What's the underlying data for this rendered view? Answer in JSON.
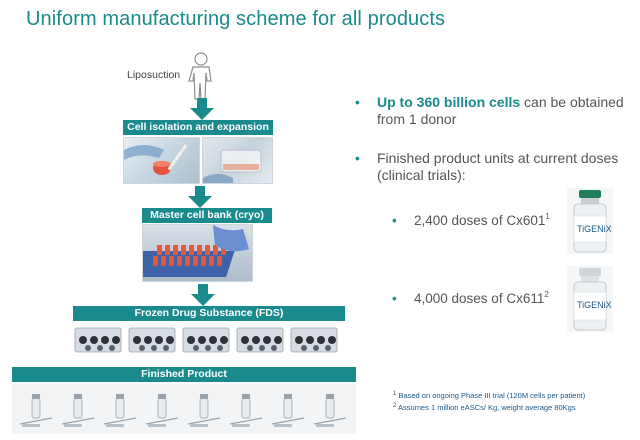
{
  "title": "Uniform manufacturing scheme for all products",
  "flow": {
    "source_label": "Liposuction",
    "stages": [
      "Cell isolation and expansion",
      "Master cell bank (cryo)",
      "Frozen Drug Substance (FDS)",
      "Finished Product"
    ]
  },
  "bullets": {
    "b1_strong": "Up to 360 billion cells",
    "b1_rest": " can be obtained from 1 donor",
    "b2": "Finished product units at current doses (clinical trials):",
    "sub1_text": "2,400 doses of Cx601",
    "sub1_sup": "1",
    "sub2_text": "4,000 doses of Cx611",
    "sub2_sup": "2"
  },
  "vials": {
    "brand": "TiGENiX"
  },
  "footnotes": {
    "f1_sup": "1",
    "f1": "Based on ongoing Phase III trial (120M cells per patient)",
    "f2_sup": "2",
    "f2": "Assumes 1 million eASCs/ Kg, weight average 80Kgs"
  },
  "colors": {
    "accent": "#1a8a8c",
    "footnote": "#1a5a8a"
  }
}
